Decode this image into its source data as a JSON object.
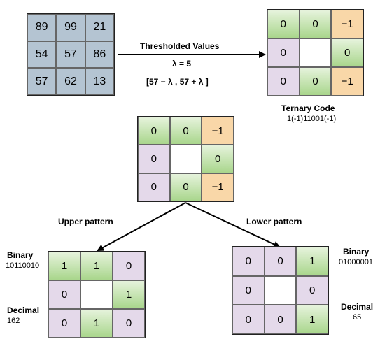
{
  "source_grid": [
    "89",
    "99",
    "21",
    "54",
    "57",
    "86",
    "57",
    "62",
    "13"
  ],
  "threshold": {
    "title": "Thresholded Values",
    "lambda_line": "λ = 5",
    "range_line": "[57 − λ , 57 +   λ ]"
  },
  "ternary_grid": [
    "0",
    "0",
    "−1",
    "0",
    "",
    "0",
    "0",
    "0",
    "−1"
  ],
  "ternary_code": {
    "label": "Ternary Code",
    "value": "1(-1)11001(-1)"
  },
  "middle_grid": [
    "0",
    "0",
    "−1",
    "0",
    "",
    "0",
    "0",
    "0",
    "−1"
  ],
  "upper": {
    "label": "Upper pattern",
    "grid": [
      "1",
      "1",
      "0",
      "0",
      "",
      "1",
      "0",
      "1",
      "0"
    ],
    "binary_label": "Binary",
    "binary_value": "10110010",
    "decimal_label": "Decimal",
    "decimal_value": "162"
  },
  "lower": {
    "label": "Lower pattern",
    "grid": [
      "0",
      "0",
      "1",
      "0",
      "",
      "0",
      "0",
      "0",
      "1"
    ],
    "binary_label": "Binary",
    "binary_value": "01000001",
    "decimal_label": "Decimal",
    "decimal_value": "65"
  }
}
